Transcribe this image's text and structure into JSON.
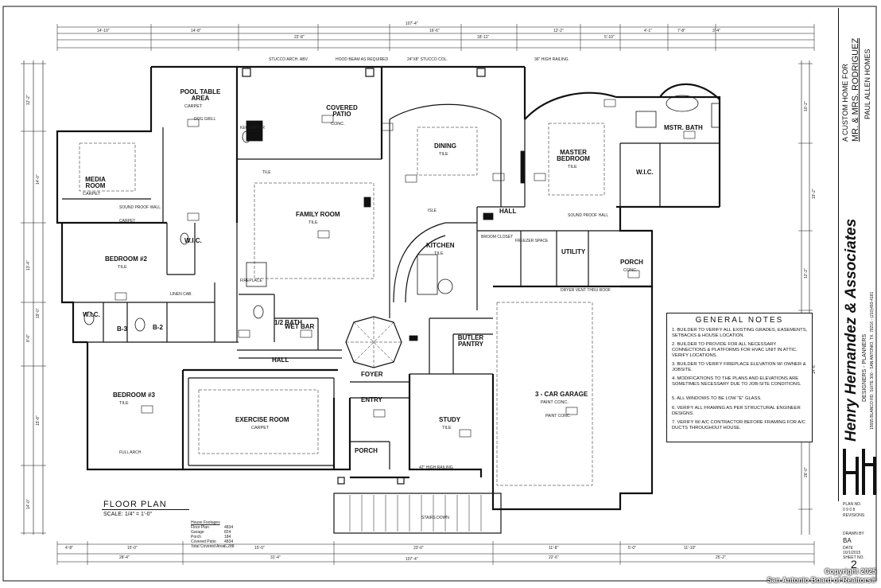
{
  "plan": {
    "title": "FLOOR PLAN",
    "scale": "SCALE: 1/4\" = 1'-0\""
  },
  "rooms": {
    "pool_table": "POOL TABLE AREA",
    "pool_table_floor": "CARPET",
    "media": "MEDIA ROOM",
    "media_floor": "CARPET",
    "covered_patio": "COVERED PATIO",
    "covered_patio_floor": "CONC.",
    "family": "FAMILY ROOM",
    "family_floor": "TILE",
    "dining": "DINING",
    "dining_floor": "TILE",
    "master_bedroom": "MASTER BEDROOM",
    "master_bedroom_floor": "TILE",
    "mstr_bath": "MSTR. BATH",
    "wic_master": "W.I.C.",
    "bedroom2": "BEDROOM #2",
    "bedroom2_floor": "TILE",
    "bedroom3": "BEDROOM #3",
    "bedroom3_floor": "TILE",
    "kitchen": "KITCHEN",
    "kitchen_floor": "TILE",
    "hall_upper": "HALL",
    "utility": "UTILITY",
    "porch_right": "PORCH",
    "porch_right_floor": "CONC.",
    "wet_bar": "WET BAR",
    "half_bath": "1/2 BATH",
    "hall_lower": "HALL",
    "butler_pantry": "BUTLER PANTRY",
    "foyer": "FOYER",
    "entry": "ENTRY",
    "garage": "3 - CAR GARAGE",
    "garage_floor": "PAINT CONC.",
    "exercise": "EXERCISE ROOM",
    "exercise_floor": "CARPET",
    "study": "STUDY",
    "study_floor": "TILE",
    "porch_front": "PORCH",
    "wic_b2": "W.I.C.",
    "wic_left": "W.I.C.",
    "bath_b2": "B-2",
    "bath_b3": "B-3"
  },
  "callouts": [
    "DOG GRILL",
    "KEGERATOR",
    "SOUND PROOF WALL",
    "TILE",
    "CARPET",
    "LINEN CAB.",
    "FULL ARCH",
    "HOOD BEAM AS REQUIRED",
    "24\"x8\" STUCCO COL.",
    "STUCCO ARCH. ABV.",
    "36\" HIGH RAILING",
    "FIREPLACE",
    "ISLE",
    "PAINT CONC.",
    "SOUND PROOF HALL",
    "BROOM CLOSET",
    "FREEZER SPACE",
    "DRYER VENT THRU ROOF",
    "42\" HIGH RAILING",
    "STAIRS DOWN"
  ],
  "dimensions": {
    "overall_top": "107'-4\"",
    "overall_bottom": "107'-4\"",
    "top_row": [
      "14'-10\"",
      "14'-8\"",
      "22'-8\"",
      "16'-6\"",
      "18'-11\"",
      "12'-2\"",
      "5'-10\"",
      "4'-1\"",
      "7'-8\"",
      "3'-4\""
    ],
    "bottom_row": [
      "4'-8\"",
      "15'-0\"",
      "15'-0\"",
      "23'-0\"",
      "11'-8\"",
      "5'-0\"",
      "11'-10\""
    ],
    "bottom_row2": [
      "28'-4\"",
      "31'-4\"",
      "22'-6\"",
      "25'-2\""
    ],
    "right_col": [
      "10'-2\"",
      "19'-2\"",
      "12'-2\"",
      "14'-6\"",
      "26'-0\""
    ],
    "left_col": [
      "12'-2\"",
      "14'-0\"",
      "13'-4\"",
      "19'-0\"",
      "8'-0\"",
      "15'-8\"",
      "14'-0\""
    ]
  },
  "general_notes": {
    "title": "GENERAL NOTES",
    "items": [
      "1. BUILDER TO VERIFY ALL EXISTING GRADES, EASEMENTS, SETBACKS & HOUSE LOCATION.",
      "2. BUILDER TO PROVIDE FOR ALL NECESSARY CONNECTIONS & PLATFORMS FOR HVAC UNIT IN ATTIC. VERIFY LOCATIONS.",
      "3. BUILDER TO VERIFY FIREPLACE ELEVATION W/ OWNER & JOBSITE.",
      "4. MODIFICATIONS TO THE PLANS AND ELEVATIONS ARE SOMETIMES NECESSARY DUE TO JOB-SITE CONDITIONS.",
      "5. ALL WINDOWS TO BE LOW \"E\" GLASS.",
      "6. VERIFY ALL FRAMING AS PER STRUCTURAL ENGINEER DESIGNS.",
      "7. VERIFY W/ A/C CONTRACTOR BEFORE FRAMING FOR A/C DUCTS THROUGHOUT HOUSE."
    ]
  },
  "footage": {
    "title": "House Footages",
    "rows": [
      {
        "label": "Floor Plan",
        "value": "4834"
      },
      {
        "label": "Garage",
        "value": "824"
      },
      {
        "label": "Porch",
        "value": "184"
      },
      {
        "label": "Covered Patio",
        "value": "4834"
      },
      {
        "label": "Total Covered Area",
        "value": "6,288"
      }
    ]
  },
  "title_block": {
    "client_line1": "A CUSTOM HOME FOR",
    "client_line2": "MR. & MRS. RODRIGUEZ",
    "builder": "PAUL ALLEN HOMES",
    "firm": "Henry Hernandez & Associates",
    "firm_sub": "DESIGNERS - PLANNERS",
    "firm_address": "15555 BLANCO RD. SUITE 300 - SAN ANTONIO, TX. 78216 - (210)493-4181",
    "plan_no_label": "PLAN NO.",
    "plan_no": "0 9 0 8",
    "revisions_label": "REVISIONS",
    "drawn_by_label": "DRAWN BY",
    "drawn_by": "BA",
    "date_label": "DATE",
    "date": "10/1/2015",
    "sheet_label": "SHEET NO.",
    "sheet": "2"
  },
  "watermark": {
    "line1": "Copyright 2025",
    "line2": "San Antonio Board of Realtors®"
  }
}
